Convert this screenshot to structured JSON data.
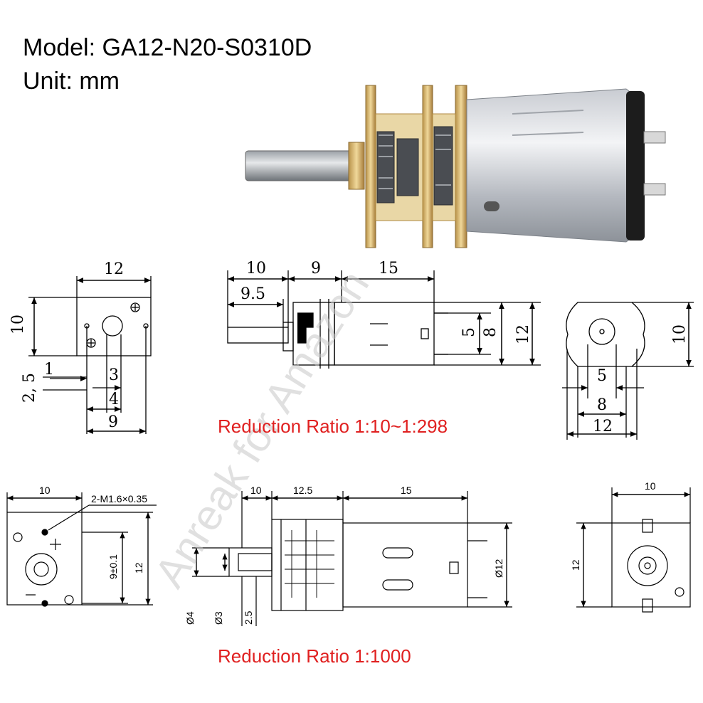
{
  "header": {
    "model_line": "Model: GA12-N20-S0310D",
    "unit_line": "Unit: mm"
  },
  "ratios": {
    "ratio_a": "Reduction Ratio 1:10~1:298",
    "ratio_b": "Reduction Ratio 1:1000",
    "color": "#e02020"
  },
  "watermark": "Anreak for Amazon",
  "drawing_a": {
    "front": {
      "w": "12",
      "h": "10",
      "a": "2, 5",
      "b": "1",
      "c": "3",
      "d": "4",
      "e": "9"
    },
    "side": {
      "l1": "10",
      "l2": "9.5",
      "l3": "9",
      "l4": "15",
      "h1": "5",
      "h2": "8",
      "h3": "12"
    },
    "rear": {
      "h": "10",
      "w1": "5",
      "w2": "8",
      "w3": "12"
    }
  },
  "drawing_b": {
    "front": {
      "w": "10",
      "thread": "2-M1.6×0.35",
      "pitch": "9±0.1",
      "h": "12"
    },
    "side": {
      "l1": "10",
      "l2": "12.5",
      "l3": "15",
      "d1": "Ø4",
      "d2": "Ø3",
      "d3": "2.5",
      "d4": "Ø12"
    },
    "rear": {
      "w": "10",
      "h": "12"
    }
  }
}
